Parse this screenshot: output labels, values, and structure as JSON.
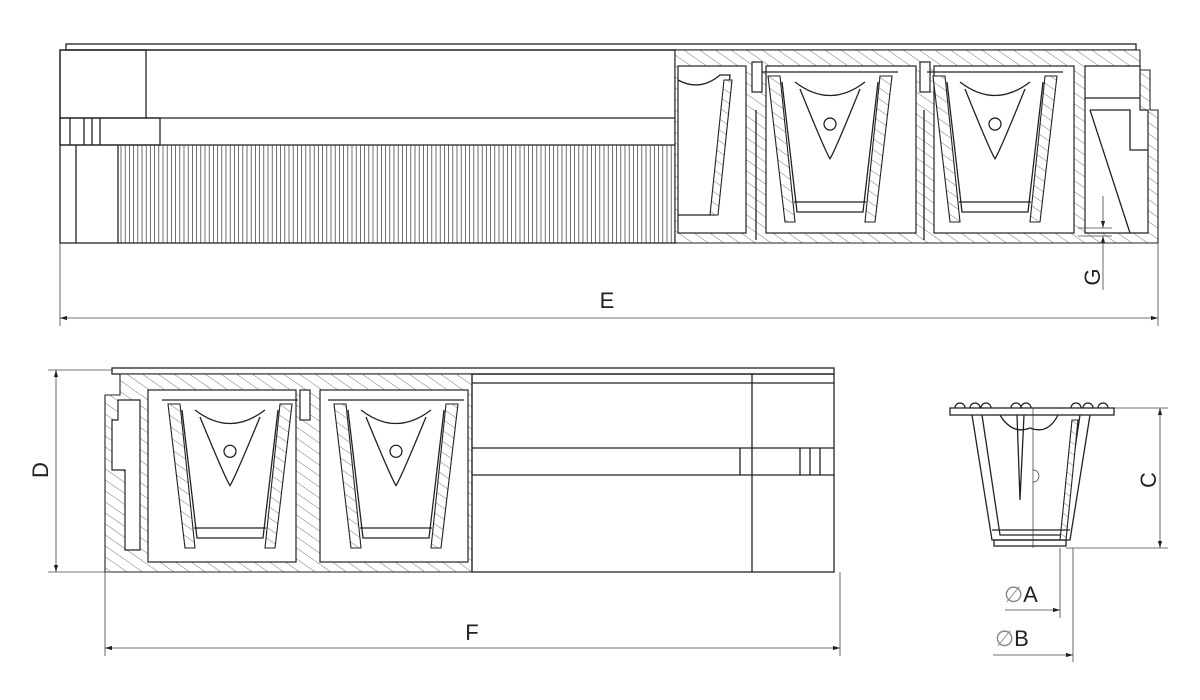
{
  "dimensions": {
    "E": "E",
    "F": "F",
    "D": "D",
    "C": "C",
    "G": "G",
    "A": "A",
    "B": "B",
    "diameter_symbol": "∅"
  },
  "line_color": "#222222",
  "background": "#ffffff"
}
